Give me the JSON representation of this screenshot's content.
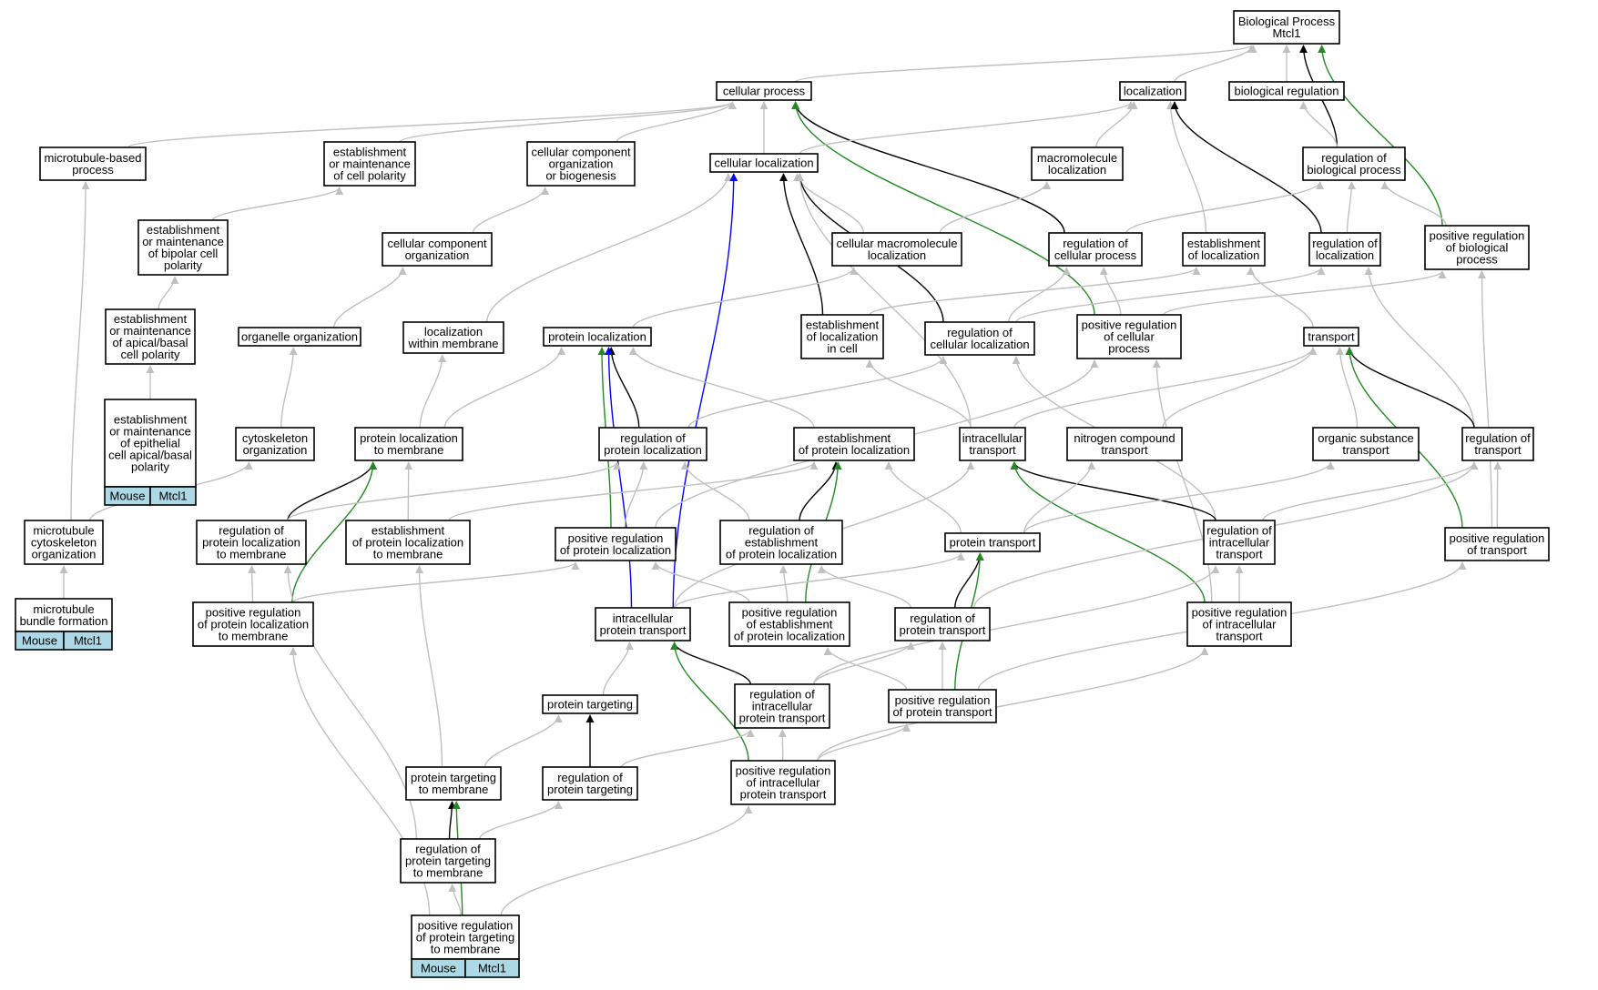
{
  "colors": {
    "is_a": "#c0c0c0",
    "part_of": "#000000",
    "regulates": "#000000",
    "negatively_regulates": "#0000ff",
    "positively_regulates": "#228b22",
    "annotation_fill": "#add8e6"
  },
  "nodes": [
    {
      "id": "bp",
      "lines": [
        "Biological Process",
        "Mtcl1"
      ]
    },
    {
      "id": "cellular_process",
      "lines": [
        "cellular process"
      ]
    },
    {
      "id": "localization",
      "lines": [
        "localization"
      ]
    },
    {
      "id": "biological_regulation",
      "lines": [
        "biological regulation"
      ]
    },
    {
      "id": "mt_based_process",
      "lines": [
        "microtubule-based",
        "process"
      ]
    },
    {
      "id": "est_cell_polarity",
      "lines": [
        "establishment",
        "or maintenance",
        "of cell polarity"
      ]
    },
    {
      "id": "ccob",
      "lines": [
        "cellular component",
        "organization",
        "or biogenesis"
      ]
    },
    {
      "id": "cellular_localization",
      "lines": [
        "cellular localization"
      ]
    },
    {
      "id": "macromolecule_localization",
      "lines": [
        "macromolecule",
        "localization"
      ]
    },
    {
      "id": "reg_bio_process",
      "lines": [
        "regulation of",
        "biological process"
      ]
    },
    {
      "id": "est_bipolar",
      "lines": [
        "establishment",
        "or maintenance",
        "of bipolar cell",
        "polarity"
      ]
    },
    {
      "id": "cc_org",
      "lines": [
        "cellular component",
        "organization"
      ]
    },
    {
      "id": "cell_macro_loc",
      "lines": [
        "cellular macromolecule",
        "localization"
      ]
    },
    {
      "id": "reg_cell_process",
      "lines": [
        "regulation of",
        "cellular process"
      ]
    },
    {
      "id": "est_localization",
      "lines": [
        "establishment",
        "of localization"
      ]
    },
    {
      "id": "reg_localization",
      "lines": [
        "regulation of",
        "localization"
      ]
    },
    {
      "id": "pos_reg_bio_process",
      "lines": [
        "positive regulation",
        "of biological",
        "process"
      ]
    },
    {
      "id": "est_apical_basal",
      "lines": [
        "establishment",
        "or maintenance",
        "of apical/basal",
        "cell polarity"
      ]
    },
    {
      "id": "organelle_org",
      "lines": [
        "organelle organization"
      ]
    },
    {
      "id": "loc_within_membrane",
      "lines": [
        "localization",
        "within membrane"
      ]
    },
    {
      "id": "protein_localization",
      "lines": [
        "protein localization"
      ]
    },
    {
      "id": "est_loc_in_cell",
      "lines": [
        "establishment",
        "of localization",
        "in cell"
      ]
    },
    {
      "id": "reg_cell_loc",
      "lines": [
        "regulation of",
        "cellular localization"
      ]
    },
    {
      "id": "pos_reg_cell_process",
      "lines": [
        "positive regulation",
        "of cellular",
        "process"
      ]
    },
    {
      "id": "transport",
      "lines": [
        "transport"
      ]
    },
    {
      "id": "est_epithelial",
      "lines": [
        "establishment",
        "or maintenance",
        "of epithelial",
        "cell apical/basal",
        "polarity"
      ],
      "annotation": [
        "Mouse",
        "Mtcl1"
      ]
    },
    {
      "id": "cytoskeleton_org",
      "lines": [
        "cytoskeleton",
        "organization"
      ]
    },
    {
      "id": "prot_loc_membrane",
      "lines": [
        "protein localization",
        "to membrane"
      ]
    },
    {
      "id": "reg_prot_loc",
      "lines": [
        "regulation of",
        "protein localization"
      ]
    },
    {
      "id": "est_prot_loc",
      "lines": [
        "establishment",
        "of protein localization"
      ]
    },
    {
      "id": "intracellular_transport",
      "lines": [
        "intracellular",
        "transport"
      ]
    },
    {
      "id": "nitrogen_transport",
      "lines": [
        "nitrogen compound",
        "transport"
      ]
    },
    {
      "id": "organic_transport",
      "lines": [
        "organic substance",
        "transport"
      ]
    },
    {
      "id": "reg_transport",
      "lines": [
        "regulation of",
        "transport"
      ]
    },
    {
      "id": "mt_cyto_org",
      "lines": [
        "microtubule",
        "cytoskeleton",
        "organization"
      ]
    },
    {
      "id": "reg_prot_loc_membrane",
      "lines": [
        "regulation of",
        "protein localization",
        "to membrane"
      ]
    },
    {
      "id": "est_prot_loc_membrane",
      "lines": [
        "establishment",
        "of protein localization",
        "to membrane"
      ]
    },
    {
      "id": "pos_reg_prot_loc",
      "lines": [
        "positive regulation",
        "of protein localization"
      ]
    },
    {
      "id": "reg_est_prot_loc",
      "lines": [
        "regulation of",
        "establishment",
        "of protein localization"
      ]
    },
    {
      "id": "protein_transport",
      "lines": [
        "protein transport"
      ]
    },
    {
      "id": "reg_intra_transport",
      "lines": [
        "regulation of",
        "intracellular",
        "transport"
      ]
    },
    {
      "id": "pos_reg_transport",
      "lines": [
        "positive regulation",
        "of transport"
      ]
    },
    {
      "id": "mt_bundle",
      "lines": [
        "microtubule",
        "bundle formation"
      ],
      "annotation": [
        "Mouse",
        "Mtcl1"
      ]
    },
    {
      "id": "pos_reg_prot_loc_membrane",
      "lines": [
        "positive regulation",
        "of protein localization",
        "to membrane"
      ]
    },
    {
      "id": "intra_prot_transport",
      "lines": [
        "intracellular",
        "protein transport"
      ]
    },
    {
      "id": "pos_reg_est_prot_loc",
      "lines": [
        "positive regulation",
        "of establishment",
        "of protein localization"
      ]
    },
    {
      "id": "reg_prot_transport",
      "lines": [
        "regulation of",
        "protein transport"
      ]
    },
    {
      "id": "pos_reg_intra_transport",
      "lines": [
        "positive regulation",
        "of intracellular",
        "transport"
      ]
    },
    {
      "id": "protein_targeting",
      "lines": [
        "protein targeting"
      ]
    },
    {
      "id": "reg_intra_prot_transport",
      "lines": [
        "regulation of",
        "intracellular",
        "protein transport"
      ]
    },
    {
      "id": "pos_reg_prot_transport",
      "lines": [
        "positive regulation",
        "of protein transport"
      ]
    },
    {
      "id": "prot_targeting_membrane",
      "lines": [
        "protein targeting",
        "to membrane"
      ]
    },
    {
      "id": "reg_prot_targeting",
      "lines": [
        "regulation of",
        "protein targeting"
      ]
    },
    {
      "id": "pos_reg_intra_prot_transport",
      "lines": [
        "positive regulation",
        "of intracellular",
        "protein transport"
      ]
    },
    {
      "id": "reg_prot_targeting_membrane",
      "lines": [
        "regulation of",
        "protein targeting",
        "to membrane"
      ]
    },
    {
      "id": "pos_reg_prot_targeting_membrane",
      "lines": [
        "positive regulation",
        "of protein targeting",
        "to membrane"
      ],
      "annotation": [
        "Mouse",
        "Mtcl1"
      ]
    }
  ],
  "edges": [
    {
      "from": "cellular_process",
      "to": "bp",
      "type": "is_a"
    },
    {
      "from": "localization",
      "to": "bp",
      "type": "is_a"
    },
    {
      "from": "biological_regulation",
      "to": "bp",
      "type": "is_a"
    },
    {
      "from": "reg_bio_process",
      "to": "bp",
      "type": "regulates"
    },
    {
      "from": "pos_reg_bio_process",
      "to": "bp",
      "type": "positively_regulates"
    },
    {
      "from": "mt_based_process",
      "to": "cellular_process",
      "type": "is_a"
    },
    {
      "from": "est_cell_polarity",
      "to": "cellular_process",
      "type": "is_a"
    },
    {
      "from": "ccob",
      "to": "cellular_process",
      "type": "is_a"
    },
    {
      "from": "cellular_localization",
      "to": "cellular_process",
      "type": "is_a"
    },
    {
      "from": "reg_cell_process",
      "to": "cellular_process",
      "type": "regulates"
    },
    {
      "from": "pos_reg_cell_process",
      "to": "cellular_process",
      "type": "positively_regulates"
    },
    {
      "from": "cellular_localization",
      "to": "localization",
      "type": "is_a"
    },
    {
      "from": "macromolecule_localization",
      "to": "localization",
      "type": "is_a"
    },
    {
      "from": "est_localization",
      "to": "localization",
      "type": "is_a"
    },
    {
      "from": "reg_localization",
      "to": "localization",
      "type": "regulates"
    },
    {
      "from": "reg_bio_process",
      "to": "biological_regulation",
      "type": "is_a"
    },
    {
      "from": "reg_cell_process",
      "to": "reg_bio_process",
      "type": "is_a"
    },
    {
      "from": "reg_localization",
      "to": "reg_bio_process",
      "type": "is_a"
    },
    {
      "from": "pos_reg_bio_process",
      "to": "reg_bio_process",
      "type": "is_a"
    },
    {
      "from": "est_bipolar",
      "to": "est_cell_polarity",
      "type": "is_a"
    },
    {
      "from": "est_apical_basal",
      "to": "est_bipolar",
      "type": "is_a"
    },
    {
      "from": "est_epithelial",
      "to": "est_apical_basal",
      "type": "is_a"
    },
    {
      "from": "cc_org",
      "to": "ccob",
      "type": "is_a"
    },
    {
      "from": "organelle_org",
      "to": "cc_org",
      "type": "is_a"
    },
    {
      "from": "cytoskeleton_org",
      "to": "organelle_org",
      "type": "is_a"
    },
    {
      "from": "mt_cyto_org",
      "to": "cytoskeleton_org",
      "type": "is_a"
    },
    {
      "from": "mt_cyto_org",
      "to": "mt_based_process",
      "type": "is_a"
    },
    {
      "from": "mt_bundle",
      "to": "mt_cyto_org",
      "type": "is_a"
    },
    {
      "from": "cell_macro_loc",
      "to": "cellular_localization",
      "type": "is_a"
    },
    {
      "from": "cell_macro_loc",
      "to": "macromolecule_localization",
      "type": "is_a"
    },
    {
      "from": "loc_within_membrane",
      "to": "cellular_localization",
      "type": "is_a"
    },
    {
      "from": "est_loc_in_cell",
      "to": "cellular_localization",
      "type": "part_of"
    },
    {
      "from": "reg_cell_loc",
      "to": "cellular_localization",
      "type": "regulates"
    },
    {
      "from": "intra_prot_transport",
      "to": "cellular_localization",
      "type": "negatively_regulates"
    },
    {
      "from": "intracellular_transport",
      "to": "cellular_localization",
      "type": "is_a"
    },
    {
      "from": "protein_localization",
      "to": "cell_macro_loc",
      "type": "is_a"
    },
    {
      "from": "pos_reg_cell_process",
      "to": "reg_cell_process",
      "type": "is_a"
    },
    {
      "from": "reg_cell_loc",
      "to": "reg_cell_process",
      "type": "is_a"
    },
    {
      "from": "est_loc_in_cell",
      "to": "est_localization",
      "type": "is_a"
    },
    {
      "from": "transport",
      "to": "est_localization",
      "type": "is_a"
    },
    {
      "from": "reg_cell_loc",
      "to": "reg_localization",
      "type": "is_a"
    },
    {
      "from": "reg_transport",
      "to": "reg_localization",
      "type": "is_a"
    },
    {
      "from": "pos_reg_cell_process",
      "to": "pos_reg_bio_process",
      "type": "is_a"
    },
    {
      "from": "pos_reg_transport",
      "to": "pos_reg_bio_process",
      "type": "is_a"
    },
    {
      "from": "prot_loc_membrane",
      "to": "protein_localization",
      "type": "is_a"
    },
    {
      "from": "reg_prot_loc",
      "to": "protein_localization",
      "type": "regulates"
    },
    {
      "from": "pos_reg_prot_loc",
      "to": "protein_localization",
      "type": "positively_regulates"
    },
    {
      "from": "intra_prot_transport",
      "to": "protein_localization",
      "type": "negatively_regulates"
    },
    {
      "from": "est_prot_loc",
      "to": "protein_localization",
      "type": "is_a"
    },
    {
      "from": "prot_loc_membrane",
      "to": "loc_within_membrane",
      "type": "is_a"
    },
    {
      "from": "intracellular_transport",
      "to": "est_loc_in_cell",
      "type": "is_a"
    },
    {
      "from": "reg_prot_loc",
      "to": "reg_cell_loc",
      "type": "is_a"
    },
    {
      "from": "reg_intra_transport",
      "to": "reg_cell_loc",
      "type": "is_a"
    },
    {
      "from": "pos_reg_prot_loc",
      "to": "pos_reg_cell_process",
      "type": "is_a"
    },
    {
      "from": "pos_reg_intra_transport",
      "to": "pos_reg_cell_process",
      "type": "is_a"
    },
    {
      "from": "reg_transport",
      "to": "transport",
      "type": "regulates"
    },
    {
      "from": "pos_reg_transport",
      "to": "transport",
      "type": "positively_regulates"
    },
    {
      "from": "nitrogen_transport",
      "to": "transport",
      "type": "is_a"
    },
    {
      "from": "organic_transport",
      "to": "transport",
      "type": "is_a"
    },
    {
      "from": "intracellular_transport",
      "to": "transport",
      "type": "is_a"
    },
    {
      "from": "reg_prot_loc_membrane",
      "to": "prot_loc_membrane",
      "type": "regulates"
    },
    {
      "from": "pos_reg_prot_loc_membrane",
      "to": "prot_loc_membrane",
      "type": "positively_regulates"
    },
    {
      "from": "est_prot_loc_membrane",
      "to": "prot_loc_membrane",
      "type": "is_a"
    },
    {
      "from": "reg_prot_loc_membrane",
      "to": "reg_prot_loc",
      "type": "is_a"
    },
    {
      "from": "pos_reg_prot_loc",
      "to": "reg_prot_loc",
      "type": "is_a"
    },
    {
      "from": "reg_est_prot_loc",
      "to": "reg_prot_loc",
      "type": "is_a"
    },
    {
      "from": "est_prot_loc_membrane",
      "to": "est_prot_loc",
      "type": "is_a"
    },
    {
      "from": "reg_est_prot_loc",
      "to": "est_prot_loc",
      "type": "regulates"
    },
    {
      "from": "pos_reg_est_prot_loc",
      "to": "est_prot_loc",
      "type": "positively_regulates"
    },
    {
      "from": "protein_transport",
      "to": "est_prot_loc",
      "type": "is_a"
    },
    {
      "from": "reg_intra_transport",
      "to": "intracellular_transport",
      "type": "regulates"
    },
    {
      "from": "pos_reg_intra_transport",
      "to": "intracellular_transport",
      "type": "positively_regulates"
    },
    {
      "from": "intra_prot_transport",
      "to": "intracellular_transport",
      "type": "is_a"
    },
    {
      "from": "protein_transport",
      "to": "nitrogen_transport",
      "type": "is_a"
    },
    {
      "from": "protein_transport",
      "to": "organic_transport",
      "type": "is_a"
    },
    {
      "from": "reg_intra_transport",
      "to": "reg_transport",
      "type": "is_a"
    },
    {
      "from": "pos_reg_transport",
      "to": "reg_transport",
      "type": "is_a"
    },
    {
      "from": "reg_prot_transport",
      "to": "reg_transport",
      "type": "is_a"
    },
    {
      "from": "pos_reg_prot_loc_membrane",
      "to": "reg_prot_loc_membrane",
      "type": "is_a"
    },
    {
      "from": "pos_reg_prot_loc_membrane",
      "to": "pos_reg_prot_loc",
      "type": "is_a"
    },
    {
      "from": "prot_targeting_membrane",
      "to": "est_prot_loc_membrane",
      "type": "is_a"
    },
    {
      "from": "pos_reg_est_prot_loc",
      "to": "pos_reg_prot_loc",
      "type": "is_a"
    },
    {
      "from": "pos_reg_est_prot_loc",
      "to": "reg_est_prot_loc",
      "type": "is_a"
    },
    {
      "from": "reg_prot_transport",
      "to": "reg_est_prot_loc",
      "type": "is_a"
    },
    {
      "from": "reg_prot_transport",
      "to": "protein_transport",
      "type": "regulates"
    },
    {
      "from": "pos_reg_prot_transport",
      "to": "protein_transport",
      "type": "positively_regulates"
    },
    {
      "from": "intra_prot_transport",
      "to": "protein_transport",
      "type": "is_a"
    },
    {
      "from": "pos_reg_intra_transport",
      "to": "reg_intra_transport",
      "type": "is_a"
    },
    {
      "from": "reg_intra_prot_transport",
      "to": "reg_intra_transport",
      "type": "is_a"
    },
    {
      "from": "pos_reg_prot_transport",
      "to": "pos_reg_transport",
      "type": "is_a"
    },
    {
      "from": "pos_reg_intra_prot_transport",
      "to": "pos_reg_intra_transport",
      "type": "is_a"
    },
    {
      "from": "reg_intra_prot_transport",
      "to": "intra_prot_transport",
      "type": "regulates"
    },
    {
      "from": "pos_reg_intra_prot_transport",
      "to": "intra_prot_transport",
      "type": "positively_regulates"
    },
    {
      "from": "protein_targeting",
      "to": "intra_prot_transport",
      "type": "is_a"
    },
    {
      "from": "pos_reg_prot_transport",
      "to": "pos_reg_est_prot_loc",
      "type": "is_a"
    },
    {
      "from": "pos_reg_prot_transport",
      "to": "reg_prot_transport",
      "type": "is_a"
    },
    {
      "from": "reg_intra_prot_transport",
      "to": "reg_prot_transport",
      "type": "is_a"
    },
    {
      "from": "prot_targeting_membrane",
      "to": "protein_targeting",
      "type": "is_a"
    },
    {
      "from": "reg_prot_targeting",
      "to": "protein_targeting",
      "type": "regulates"
    },
    {
      "from": "reg_prot_targeting",
      "to": "reg_intra_prot_transport",
      "type": "is_a"
    },
    {
      "from": "pos_reg_intra_prot_transport",
      "to": "reg_intra_prot_transport",
      "type": "is_a"
    },
    {
      "from": "pos_reg_intra_prot_transport",
      "to": "pos_reg_prot_transport",
      "type": "is_a"
    },
    {
      "from": "reg_prot_targeting_membrane",
      "to": "prot_targeting_membrane",
      "type": "regulates"
    },
    {
      "from": "reg_prot_targeting_membrane",
      "to": "reg_prot_targeting",
      "type": "is_a"
    },
    {
      "from": "reg_prot_targeting_membrane",
      "to": "reg_prot_loc_membrane",
      "type": "is_a"
    },
    {
      "from": "pos_reg_prot_targeting_membrane",
      "to": "reg_prot_targeting_membrane",
      "type": "is_a"
    },
    {
      "from": "pos_reg_prot_targeting_membrane",
      "to": "prot_targeting_membrane",
      "type": "positively_regulates"
    },
    {
      "from": "pos_reg_prot_targeting_membrane",
      "to": "pos_reg_prot_loc_membrane",
      "type": "is_a"
    },
    {
      "from": "pos_reg_prot_targeting_membrane",
      "to": "pos_reg_intra_prot_transport",
      "type": "is_a"
    }
  ]
}
